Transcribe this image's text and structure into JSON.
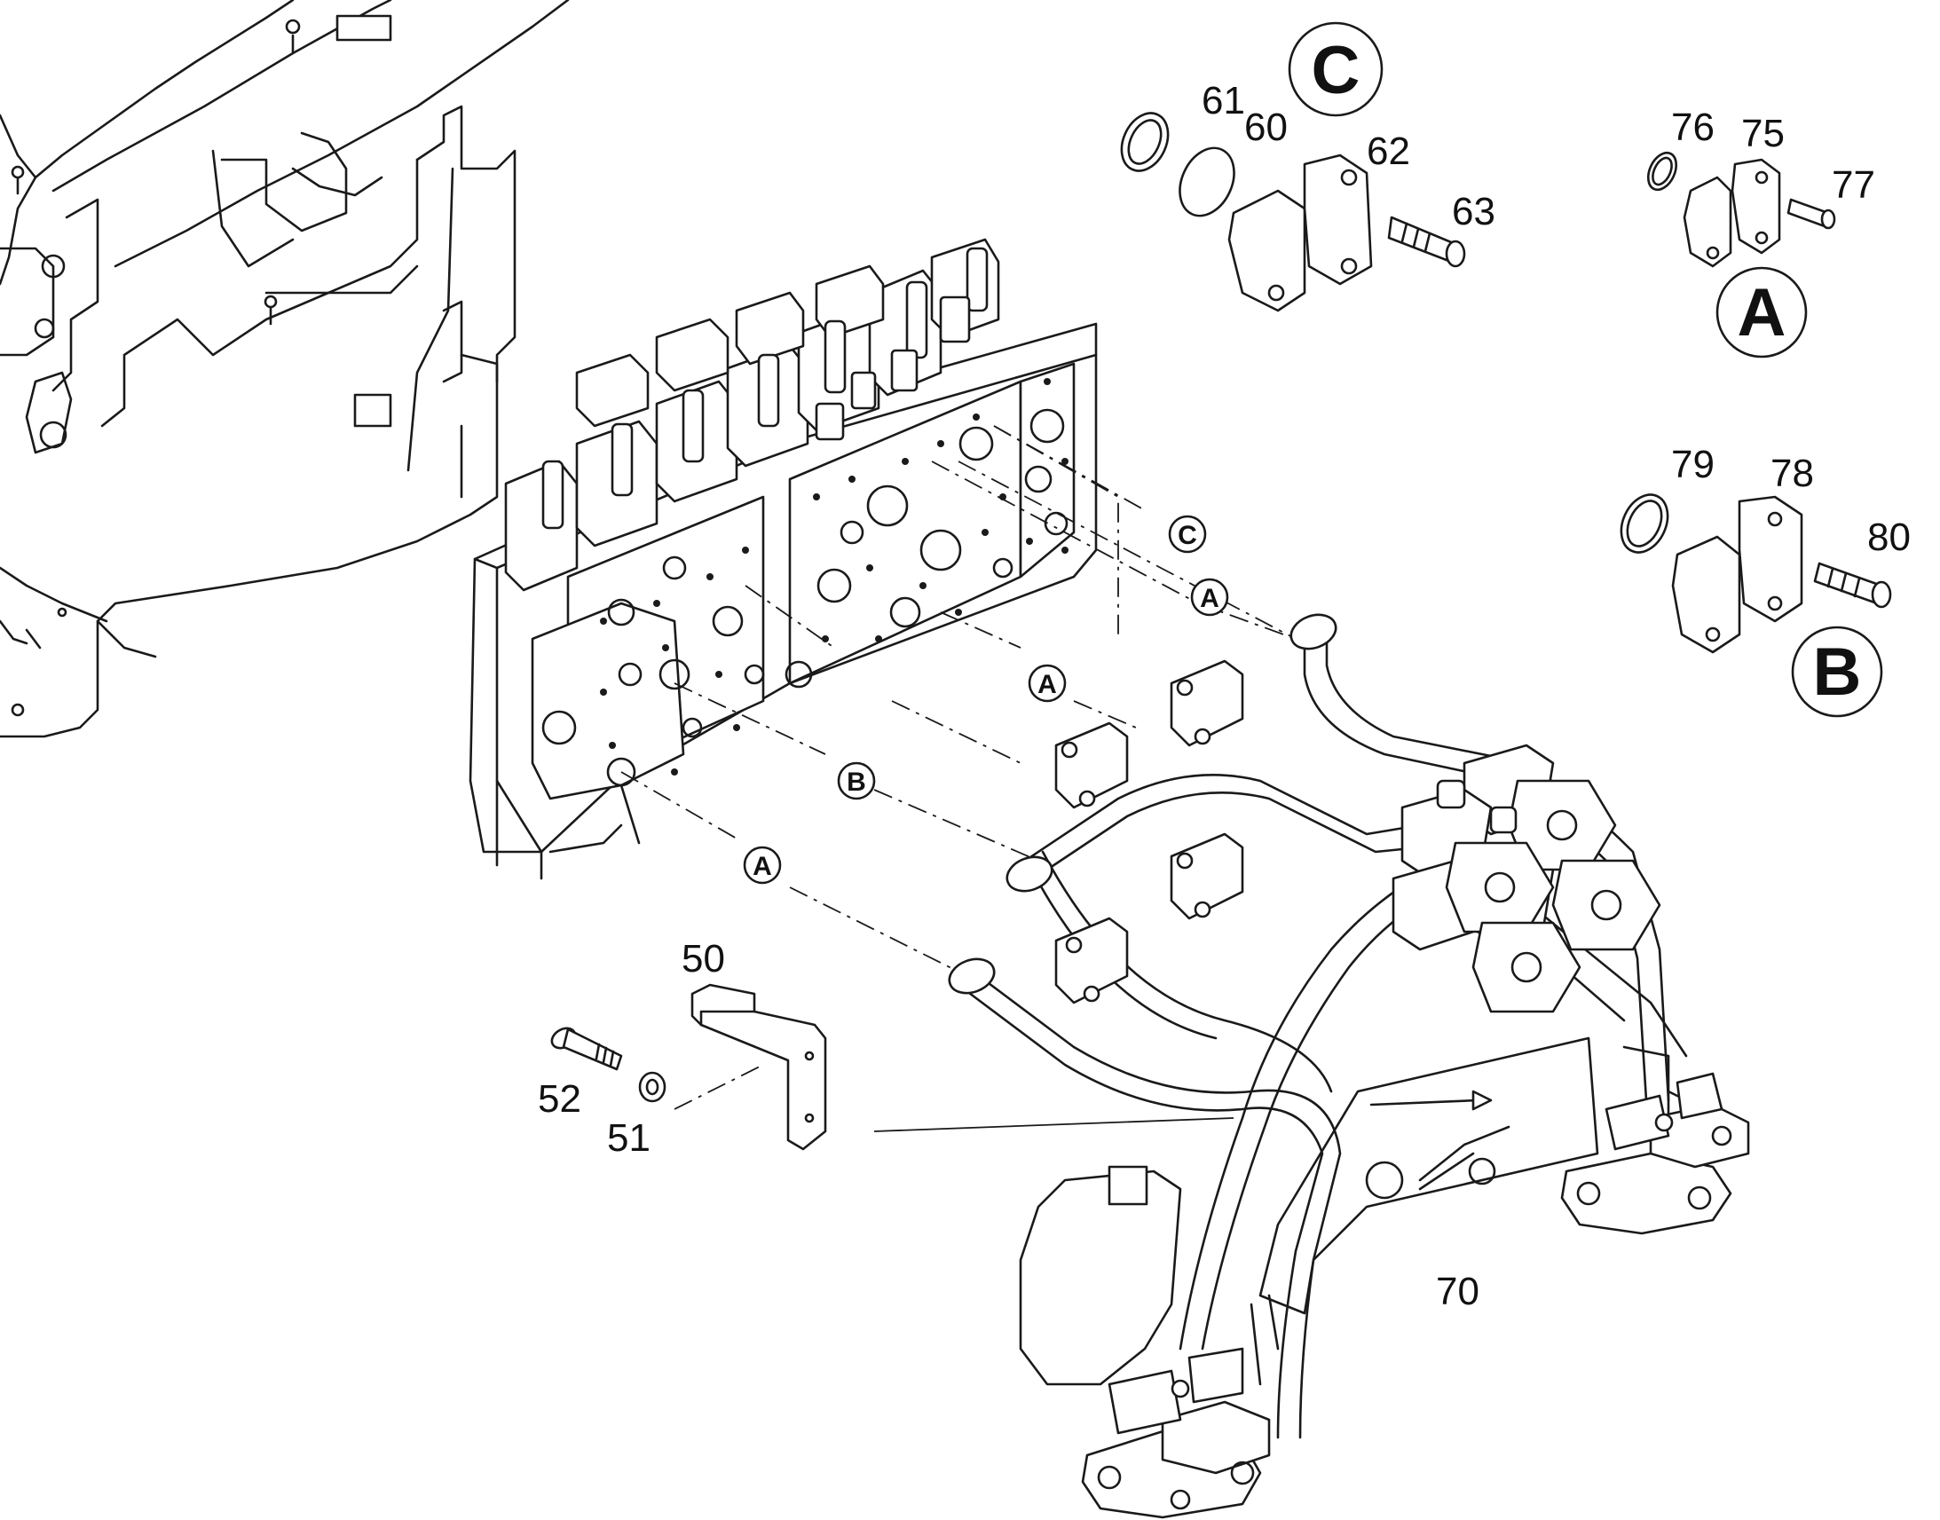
{
  "part_labels": {
    "p50": "50",
    "p51": "51",
    "p52": "52",
    "p60": "60",
    "p61": "61",
    "p62": "62",
    "p63": "63",
    "p70": "70",
    "p75": "75",
    "p76": "76",
    "p77": "77",
    "p78": "78",
    "p79": "79",
    "p80": "80"
  },
  "detail_labels": {
    "a": "A",
    "b": "B",
    "c": "C"
  },
  "connection_refs": {
    "c_top": "C",
    "a_upper": "A",
    "a_middle": "A",
    "b_middle": "B",
    "a_lower": "A"
  }
}
